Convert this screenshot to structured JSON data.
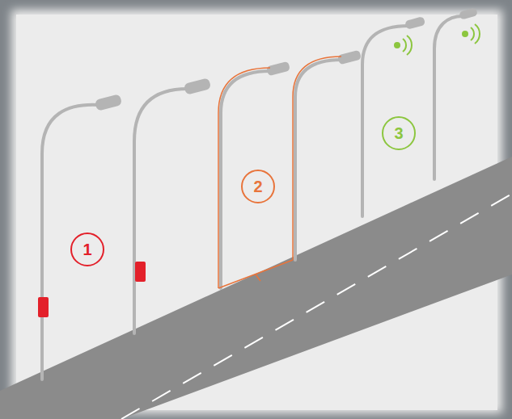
{
  "diagram": {
    "nodes": [
      {
        "text": [
          "1"
        ]
      },
      {
        "text": [
          "2"
        ]
      },
      {
        "text": [
          "3"
        ]
      }
    ],
    "edges": []
  }
}
